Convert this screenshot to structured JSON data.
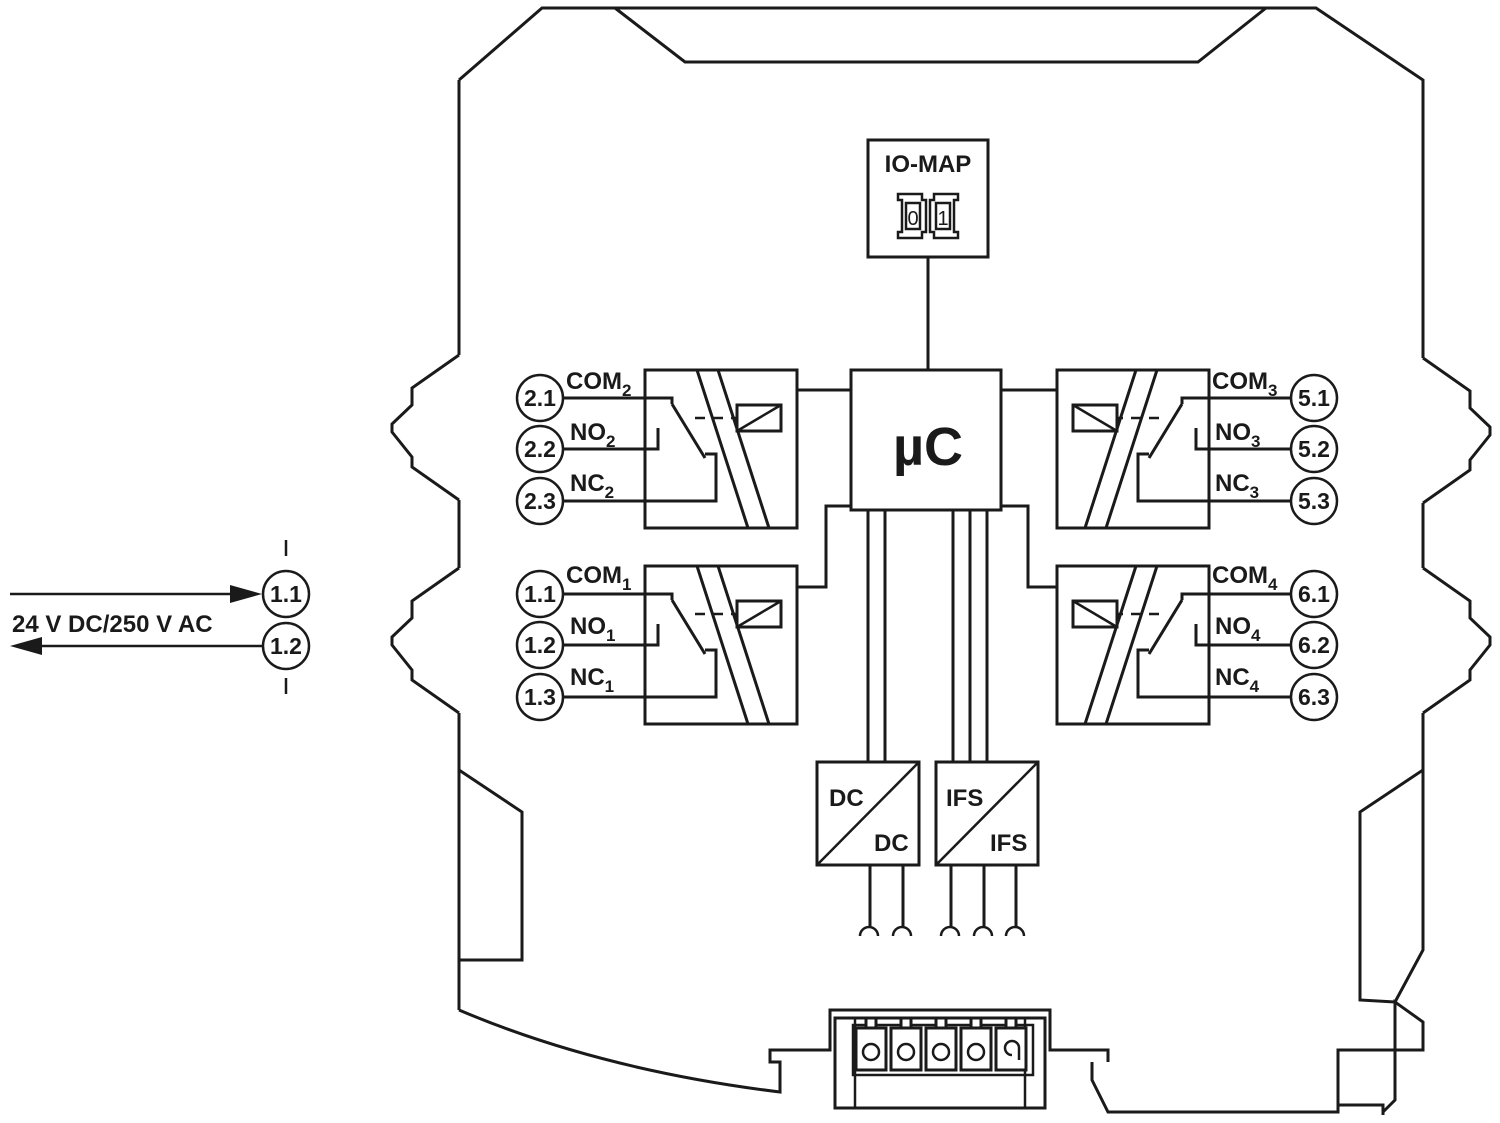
{
  "microcontroller": {
    "label": "µC"
  },
  "io_map": {
    "title": "IO-MAP",
    "switch_left": "0",
    "switch_right": "1"
  },
  "supply": {
    "label": "24 V DC/250 V AC",
    "terminal_in": "1.1",
    "terminal_out": "1.2"
  },
  "relays": [
    {
      "id": "relay-2",
      "com": "COM",
      "com_sub": "2",
      "no": "NO",
      "no_sub": "2",
      "nc": "NC",
      "nc_sub": "2",
      "t1": "2.1",
      "t2": "2.2",
      "t3": "2.3"
    },
    {
      "id": "relay-1",
      "com": "COM",
      "com_sub": "1",
      "no": "NO",
      "no_sub": "1",
      "nc": "NC",
      "nc_sub": "1",
      "t1": "1.1",
      "t2": "1.2",
      "t3": "1.3"
    },
    {
      "id": "relay-3",
      "com": "COM",
      "com_sub": "3",
      "no": "NO",
      "no_sub": "3",
      "nc": "NC",
      "nc_sub": "3",
      "t1": "5.1",
      "t2": "5.2",
      "t3": "5.3"
    },
    {
      "id": "relay-4",
      "com": "COM",
      "com_sub": "4",
      "no": "NO",
      "no_sub": "4",
      "nc": "NC",
      "nc_sub": "4",
      "t1": "6.1",
      "t2": "6.2",
      "t3": "6.3"
    }
  ],
  "dc_converter": {
    "top": "DC",
    "bottom": "DC"
  },
  "ifs_converter": {
    "top": "IFS",
    "bottom": "IFS"
  }
}
